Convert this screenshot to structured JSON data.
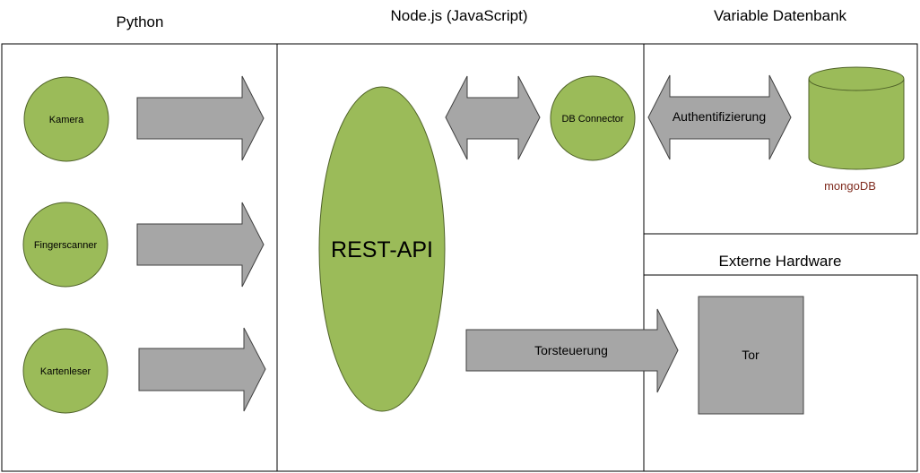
{
  "sections": {
    "python": {
      "title": "Python"
    },
    "node": {
      "title": "Node.js (JavaScript)"
    },
    "database": {
      "title": "Variable Datenbank"
    },
    "hardware": {
      "title": "Externe Hardware"
    }
  },
  "python_nodes": {
    "kamera": "Kamera",
    "fingerscanner": "Fingerscanner",
    "kartenleser": "Kartenleser"
  },
  "rest_api": {
    "label": "REST-API"
  },
  "db_connector": {
    "label": "DB Connector"
  },
  "auth_arrow": {
    "label": "Authentifizierung"
  },
  "mongodb": {
    "label": "mongoDB"
  },
  "tor_arrow": {
    "label": "Torsteuerung"
  },
  "tor": {
    "label": "Tor"
  },
  "colors": {
    "green_fill": "#9bbb59",
    "green_stroke": "#4f6228",
    "arrow_fill": "#a6a6a6",
    "arrow_stroke": "#404040",
    "box_fill": "#a6a6a6",
    "mongo_text": "#7f2b1e"
  }
}
